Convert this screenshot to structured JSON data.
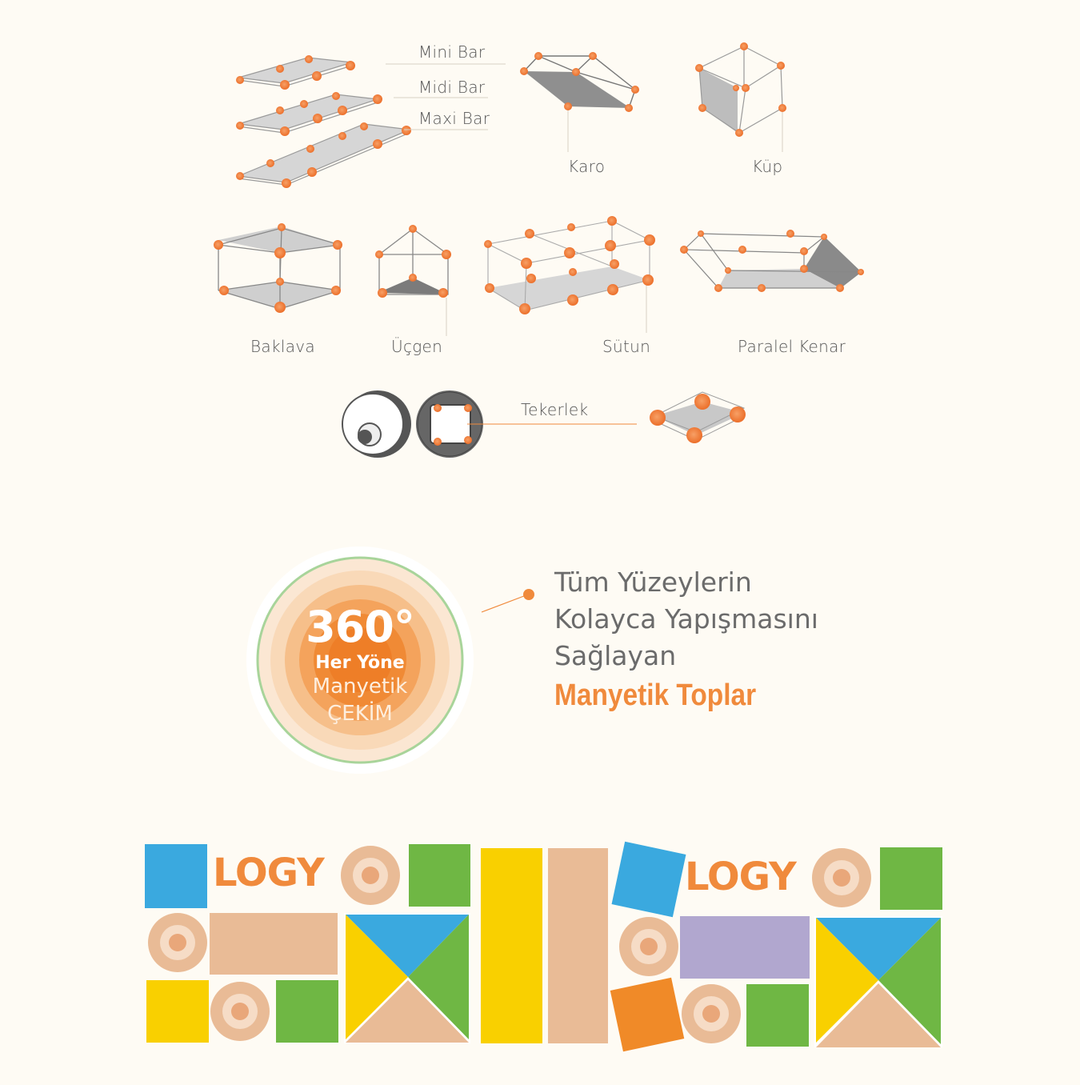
{
  "shapes": {
    "mini_bar": "Mini Bar",
    "midi_bar": "Midi Bar",
    "maxi_bar": "Maxi Bar",
    "karo": "Karo",
    "kup": "Küp",
    "baklava": "Baklava",
    "ucgen": "Üçgen",
    "sutun": "Sütun",
    "paralel_kenar": "Paralel Kenar",
    "tekerlek": "Tekerlek"
  },
  "badge": {
    "degrees": "360°",
    "line1": "Her Yöne",
    "line2": "Manyetik",
    "line3": "ÇEKİM"
  },
  "tagline": {
    "line1": "Tüm Yüzeylerin",
    "line2": "Kolayca Yapışmasını",
    "line3": "Sağlayan",
    "highlight": "Manyetik Toplar"
  },
  "logo": {
    "left": "LOGY",
    "right": "LOGY"
  },
  "colors": {
    "orange": "#f08a3c",
    "blue": "#3aa9df",
    "green": "#6fb744",
    "yellow": "#f9d000",
    "tan": "#e9bb96",
    "purple": "#b1a7cf",
    "background": "#fefbf4"
  }
}
